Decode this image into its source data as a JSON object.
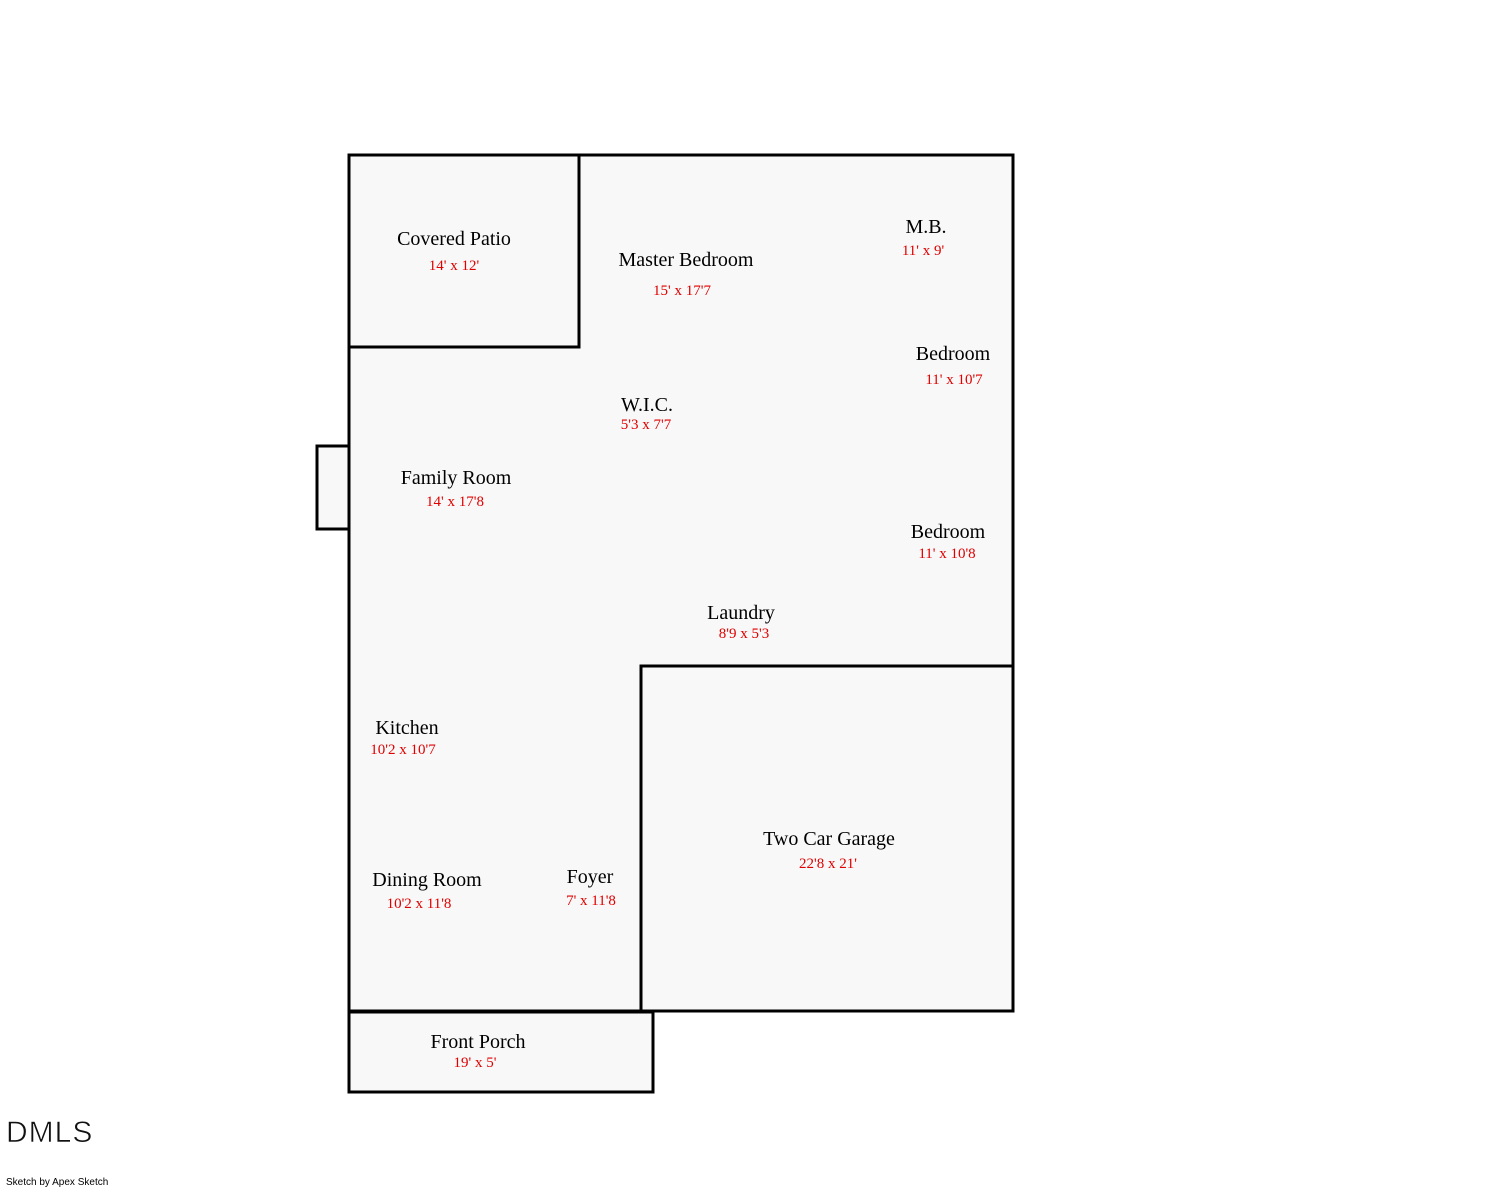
{
  "colors": {
    "wall": "#000000",
    "fill": "#f8f8f8",
    "dimension_text": "#e00000",
    "label_text": "#000000"
  },
  "rooms": {
    "covered_patio": {
      "label": "Covered Patio",
      "dims": "14' x 12'"
    },
    "master_bedroom": {
      "label": "Master Bedroom",
      "dims": "15' x 17'7"
    },
    "mb": {
      "label": "M.B.",
      "dims": "11' x 9'"
    },
    "bedroom_1": {
      "label": "Bedroom",
      "dims": "11' x 10'7"
    },
    "wic": {
      "label": "W.I.C.",
      "dims": "5'3 x 7'7"
    },
    "family_room": {
      "label": "Family Room",
      "dims": "14' x 17'8"
    },
    "bedroom_2": {
      "label": "Bedroom",
      "dims": "11' x 10'8"
    },
    "laundry": {
      "label": "Laundry",
      "dims": "8'9 x 5'3"
    },
    "kitchen": {
      "label": "Kitchen",
      "dims": "10'2 x 10'7"
    },
    "two_car_garage": {
      "label": "Two Car Garage",
      "dims": "22'8 x 21'"
    },
    "dining_room": {
      "label": "Dining Room",
      "dims": "10'2 x 11'8"
    },
    "foyer": {
      "label": "Foyer",
      "dims": "7' x 11'8"
    },
    "front_porch": {
      "label": "Front Porch",
      "dims": "19' x 5'"
    }
  },
  "branding": {
    "logo": "DMLS",
    "credit": "Sketch by Apex Sketch"
  }
}
